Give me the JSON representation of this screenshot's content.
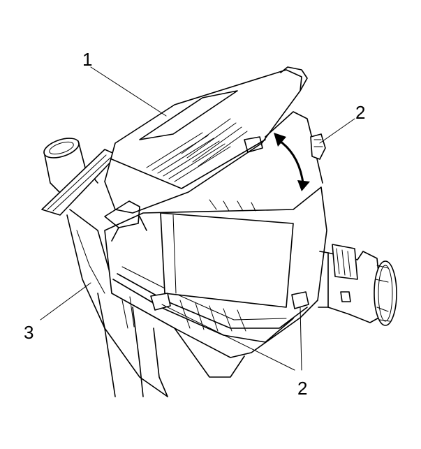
{
  "callouts": {
    "label_1": "1",
    "label_2_top": "2",
    "label_2_bottom": "2",
    "label_3": "3"
  },
  "colors": {
    "line": "#000000",
    "background": "#ffffff"
  }
}
